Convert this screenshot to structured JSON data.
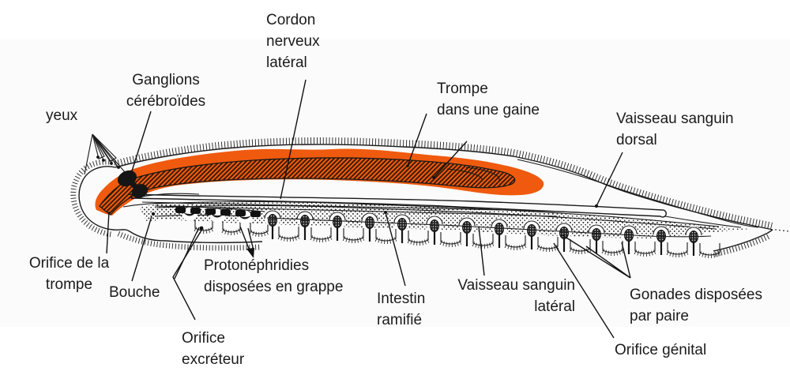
{
  "labels": {
    "yeux": {
      "text": "yeux"
    },
    "ganglions": {
      "lines": [
        "Ganglions",
        "cérébroïdes"
      ]
    },
    "cordon": {
      "lines": [
        "Cordon",
        "nerveux",
        "latéral"
      ]
    },
    "trompe": {
      "lines": [
        "Trompe",
        "dans une gaine"
      ]
    },
    "vaisseau_dorsal": {
      "lines": [
        "Vaisseau sanguin",
        "dorsal"
      ]
    },
    "orifice_trompe": {
      "lines": [
        "Orifice de la",
        "trompe"
      ]
    },
    "bouche": {
      "text": "Bouche"
    },
    "protonephridies": {
      "lines": [
        "Protonéphridies",
        "disposées en grappe"
      ]
    },
    "orifice_excreteur": {
      "lines": [
        "Orifice",
        "excréteur"
      ]
    },
    "intestin": {
      "lines": [
        "Intestin",
        "ramifié"
      ]
    },
    "vaisseau_lateral": {
      "lines": [
        "Vaisseau sanguin",
        "latéral"
      ]
    },
    "gonades": {
      "lines": [
        "Gonades disposées",
        "par paire"
      ]
    },
    "orifice_genital": {
      "text": "Orifice génital"
    }
  },
  "colors": {
    "proboscis_orange": "#EF5A0E",
    "ink": "#1a1a1a",
    "canvas_tint": "#fbfbfb"
  }
}
